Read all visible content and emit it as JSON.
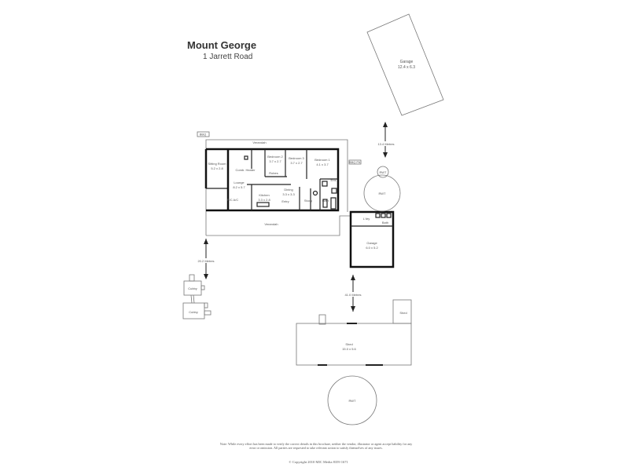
{
  "header": {
    "title": "Mount George",
    "address": "1 Jarrett Road"
  },
  "plan": {
    "garage_detached": {
      "name": "Garage",
      "size": "12.4 x 6.3"
    },
    "distance_garage": "13.4 Metres",
    "bbq_label": "BBQ",
    "bbq_pit_label": "BBQ Pit",
    "veranda_top": "Verandah",
    "veranda_bottom": "Verandah",
    "rooms": [
      {
        "name": "Sitting Room",
        "size": "5.2 x 2.8"
      },
      {
        "name": "Lounge",
        "size": "8.2 x 5.7"
      },
      {
        "name": "Comb. Heater",
        "size": ""
      },
      {
        "name": "Bedroom 2",
        "size": "3.7 x 2.7"
      },
      {
        "name": "Bedroom 3",
        "size": "3.7 x 2.7"
      },
      {
        "name": "Bedroom 1",
        "size": "4.1 x 3.7"
      },
      {
        "name": "Robes",
        "size": ""
      },
      {
        "name": "Ens",
        "size": ""
      },
      {
        "name": "Dining",
        "size": "3.3 x 3.3"
      },
      {
        "name": "Kitchen",
        "size": "3.3 x 2.8"
      },
      {
        "name": "Entry",
        "size": ""
      },
      {
        "name": "Study",
        "size": ""
      },
      {
        "name": "Bath",
        "size": ""
      },
      {
        "name": "R/C A/C",
        "size": ""
      },
      {
        "name": "L'dry",
        "size": ""
      },
      {
        "name": "Bath",
        "size": ""
      },
      {
        "name": "Garage",
        "size": "6.0 x 5.2"
      }
    ],
    "rwt_small": "RWT",
    "rwt_large": "RWT",
    "distance_cubby": "20.2 Metres",
    "cubby_1": "Cubby",
    "cubby_2": "Cubby",
    "distance_shed": "41.0 Metres",
    "shed_small": "Shed",
    "shed_large": {
      "name": "Shed",
      "size": "15.0 x 5.6"
    },
    "rwt_bottom": "RWT"
  },
  "footer": {
    "note": "Note: While every effort has been made to verify the correct details in this brochure, neither the vendor, illustrator or agent accept liability for any error or omission. All parties are requested to take relevant action to satisfy themselves of any issues.",
    "copyright": "© Copyright 2010 MIC Media 8359 1671"
  }
}
